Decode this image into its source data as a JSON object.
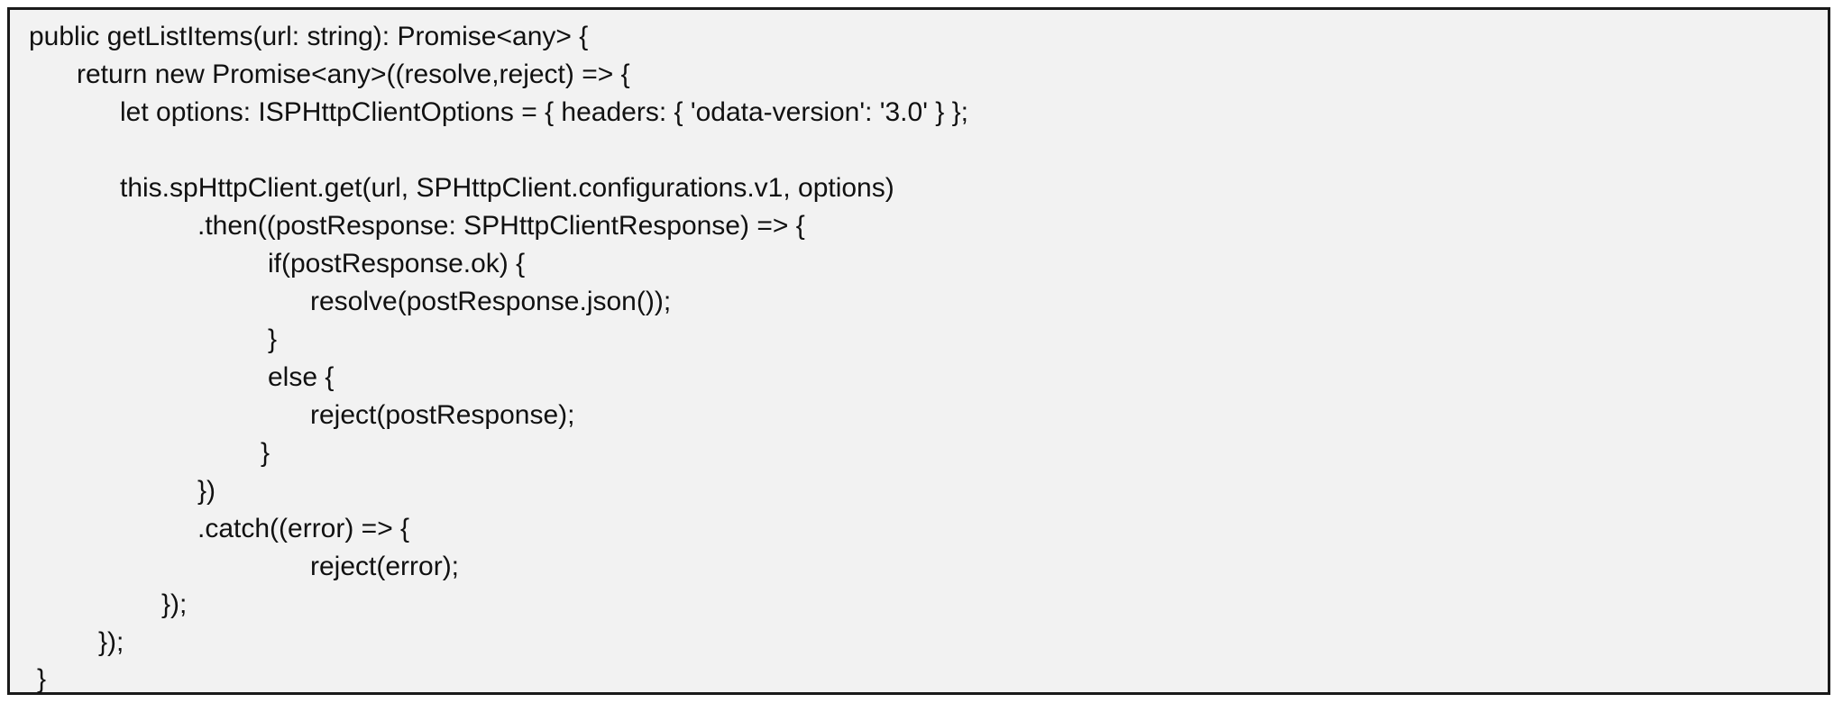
{
  "code": {
    "lines": [
      "public getListItems(url: string): Promise<any> {",
      "return new Promise<any>((resolve,reject) => {",
      "let options: ISPHttpClientOptions = { headers: { 'odata-version': '3.0' } };",
      "",
      "this.spHttpClient.get(url, SPHttpClient.configurations.v1, options)",
      ".then((postResponse: SPHttpClientResponse) => {",
      "if(postResponse.ok) {",
      "resolve(postResponse.json());",
      "}",
      "else {",
      "reject(postResponse);",
      "}",
      "})",
      ".catch((error) => {",
      "reject(error);",
      "});",
      "});",
      "}"
    ]
  }
}
